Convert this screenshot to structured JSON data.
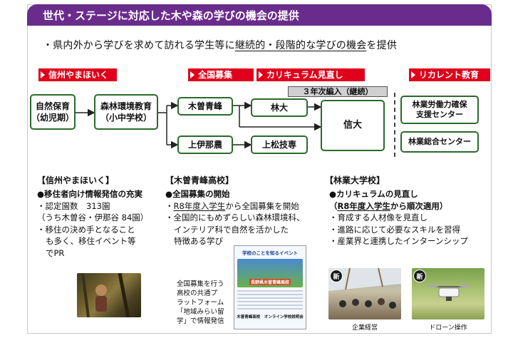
{
  "header": {
    "title": "世代・ステージに対応した木や森の学びの機会の提供"
  },
  "intro": {
    "bullet": "・",
    "pre": "県内外から学びを求めて訪れる学生等に",
    "underlined": "継続的・段階的な学びの機会",
    "post": "を提供"
  },
  "tags": {
    "shinshu": "信州やまほいく",
    "zenkoku": "全国募集",
    "curriculum": "カリキュラム見直し",
    "recurrent": "リカレント教育"
  },
  "flow": {
    "nursery": {
      "line1": "自然保育",
      "line2": "（幼児期）"
    },
    "forest_edu": {
      "line1": "森林環境教育",
      "line2": "（小中学校）"
    },
    "kiso": "木曽青峰",
    "kamiina": "上伊那農",
    "rindai": "林大",
    "kamimatsu": "上松技専",
    "shindai": "信大",
    "transfer": "３年次編入（継続）",
    "center1": {
      "line1": "林業労働力確保",
      "line2": "支援センター"
    },
    "center2": "林業総合センター"
  },
  "colors": {
    "header": "#6a2c8c",
    "tag": "#e0001b",
    "box_border": "#2a6a2a"
  },
  "sections": {
    "left": {
      "title": "【信州やまほいく】",
      "head": "●移住者向け情報発信の充実",
      "l1": "・認定園数　313園",
      "l2": "（うち木曽谷・伊那谷  84園）",
      "l3": "・移住の決め手となること",
      "l4": "も多く、移住イベント等",
      "l5": "でPR"
    },
    "middle": {
      "title": "【木曽青峰高校】",
      "head": "●全国募集の開始",
      "l1_bullet": "・",
      "l1_ul": "R8年度入学生",
      "l1_post": "から全国募集を開始",
      "l2": "・全国的にもめずらしい森林環境科、",
      "l3": "インテリア科で自然を活かした",
      "l4": "特徴ある学び",
      "note1": "全国募集を行う",
      "note2": "高校の共通プ",
      "note3": "ラットフォーム",
      "note4": "「地域みらい留",
      "note5": "学」で情報発信",
      "flyer_title": "学校のことを知るイベント",
      "flyer_school": "長野県木曽青峰高校",
      "flyer_footer": "木曽青峰高校　オンライン学校説明会"
    },
    "right": {
      "title": "【林業大学校】",
      "head": "●カリキュラムの見直し",
      "sub_open": "（",
      "sub_ul": "R8年度入学生",
      "sub_post": "から順次適用）",
      "l1": "・育成する人材像を見直し",
      "l2": "・進路に応じて必要なスキルを習得",
      "l3": "・産業界と連携したインターンシップ",
      "badge": "新",
      "cap1": "企業経営",
      "cap2": "ドローン操作"
    }
  }
}
